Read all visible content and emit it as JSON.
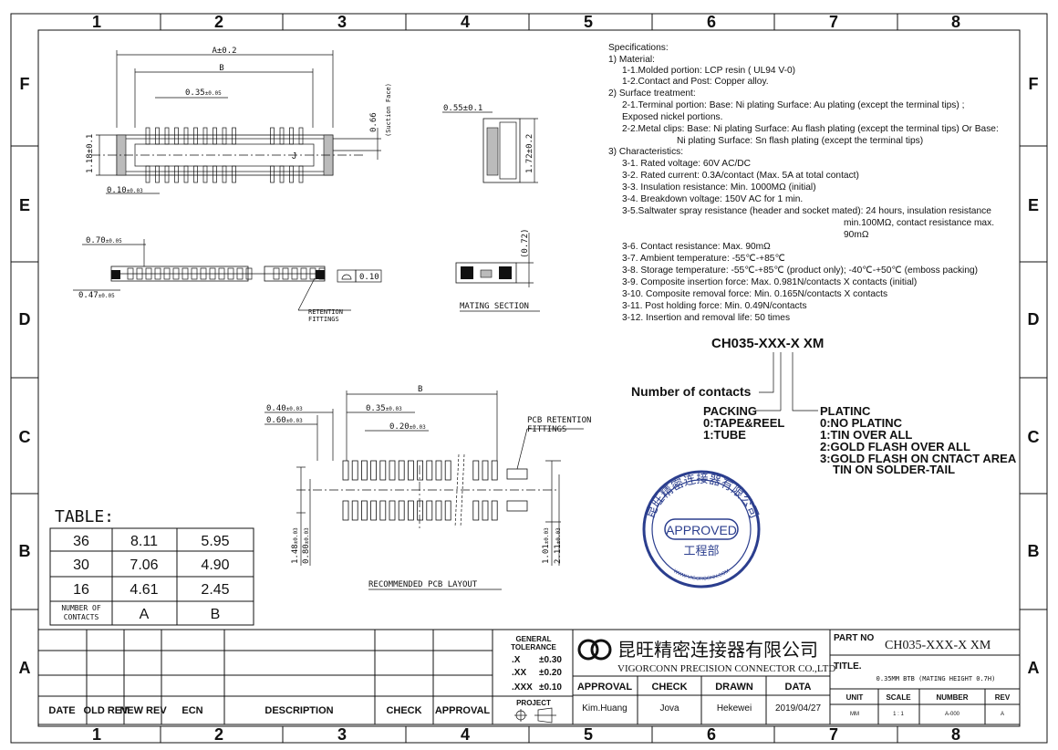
{
  "border": {
    "columns": [
      "1",
      "2",
      "3",
      "4",
      "5",
      "6",
      "7",
      "8"
    ],
    "rows": [
      "F",
      "E",
      "D",
      "C",
      "B",
      "A"
    ]
  },
  "specifications": {
    "lines": [
      "Specifications:",
      "1) Material:",
      "1-1.Molded portion: LCP resin ( UL94 V-0)",
      "1-2.Contact and Post: Copper alloy.",
      "2) Surface treatment:",
      "2-1.Terminal portion: Base: Ni plating Surface: Au plating (except the terminal tips) ;",
      "Exposed nickel portions.",
      "2-2.Metal clips: Base: Ni plating Surface: Au flash plating (except the terminal tips) Or Base:",
      "Ni plating Surface: Sn flash plating (except the terminal tips)",
      "3) Characteristics:",
      "3-1. Rated voltage: 60V AC/DC",
      "3-2. Rated current: 0.3A/contact (Max. 5A at total contact)",
      "3-3. Insulation resistance: Min. 1000MΩ (initial)",
      "3-4. Breakdown voltage: 150V AC for 1 min.",
      "3-5.Saltwater spray resistance (header and socket mated): 24 hours, insulation resistance",
      "min.100MΩ, contact resistance max.",
      "90mΩ",
      "3-6. Contact resistance: Max. 90mΩ",
      "3-7. Ambient temperature: -55℃-+85℃",
      "3-8. Storage temperature: -55℃-+85℃ (product only); -40℃-+50℃ (emboss packing)",
      "3-9. Composite insertion force: Max. 0.981N/contacts X contacts (initial)",
      "3-10. Composite removal force: Min. 0.165N/contacts X contacts",
      "3-11. Post holding force: Min. 0.49N/contacts",
      "3-12. Insertion and removal life: 50 times"
    ]
  },
  "part_code": {
    "code": "CH035-XXX-X XM",
    "number_label": "Number of contacts",
    "packing_title": "PACKING",
    "packing_opts": [
      "0:TAPE&REEL",
      "1:TUBE"
    ],
    "plating_title": "PLATINC",
    "plating_opts": [
      "0:NO PLATINC",
      "1:TIN OVER ALL",
      "2:GOLD FLASH OVER ALL",
      "3:GOLD FLASH ON CNTACT AREA",
      "TIN ON SOLDER-TAIL"
    ]
  },
  "drawing_labels": {
    "dim_a": "A±0.2",
    "dim_b": "B",
    "pitch": "0.35",
    "pitch_tol": "±0.05",
    "d066": "0.66",
    "suction": "(Suction Face)",
    "d118": "1.18±0.1",
    "d010": "0.10",
    "d010_tol": "±0.03",
    "d055": "0.55±0.1",
    "d172": "1.72±0.2",
    "d070": "0.70",
    "d070_tol": "±0.05",
    "d047": "0.47",
    "d047_tol": "±0.05",
    "flat_val": "0.10",
    "retention": "RETENTION",
    "fittings": "FITTINGS",
    "d072": "(0.72)",
    "mating": "MATING SECTION",
    "pcb_b": "B",
    "p040": "0.40",
    "p060": "0.60",
    "p035": "0.35",
    "p020": "0.20",
    "p_tol": "±0.03",
    "pcb_ret1": "PCB RETENTION",
    "pcb_ret2": "FITTINGS",
    "p148": "1.48",
    "p080": "0.80",
    "p101": "1.01",
    "p211": "2.11",
    "pcb_title": "RECOMMENDED PCB LAYOUT"
  },
  "table": {
    "title": "TABLE:",
    "rows": [
      [
        "36",
        "8.11",
        "5.95"
      ],
      [
        "30",
        "7.06",
        "4.90"
      ],
      [
        "16",
        "4.61",
        "2.45"
      ]
    ],
    "footer_l1": "NUMBER OF",
    "footer_l2": "CONTACTS",
    "footer_a": "A",
    "footer_b": "B"
  },
  "stamp": {
    "text": "APPROVED",
    "dept": "工程部",
    "ring_cn": "昆旺精密连接器有限公司",
    "ring_url": "WWW.VIGORCONN.COM"
  },
  "title_block": {
    "rev_headers": [
      "DATE",
      "OLD REV",
      "NEW REV",
      "ECN",
      "DESCRIPTION",
      "CHECK",
      "APPROVAL"
    ],
    "general": "GENERAL",
    "tolerance": "TOLERANCE",
    "tol_rows": [
      [
        ".X",
        "±0.30"
      ],
      [
        ".XX",
        "±0.20"
      ],
      [
        ".XXX",
        "±0.10"
      ]
    ],
    "project": "PROJECT",
    "company_cn": "昆旺精密连接器有限公司",
    "company_en": "VIGORCONN PRECISION CONNECTOR CO.,LTD",
    "sign_headers": [
      "APPROVAL",
      "CHECK",
      "DRAWN",
      "DATA"
    ],
    "sign_values": [
      "Kim.Huang",
      "Jova",
      "Hekewei",
      "2019/04/27"
    ],
    "part_no_label": "PART NO",
    "part_no": "CH035-XXX-X XM",
    "title_label": "TITLE.",
    "title_value": "0.35MM BTB (MATING HEIGHT 0.7H)",
    "meta_headers": [
      "UNIT",
      "SCALE",
      "NUMBER",
      "REV"
    ],
    "meta_values": [
      "MM",
      "1 : 1",
      "A-000",
      "A"
    ]
  }
}
